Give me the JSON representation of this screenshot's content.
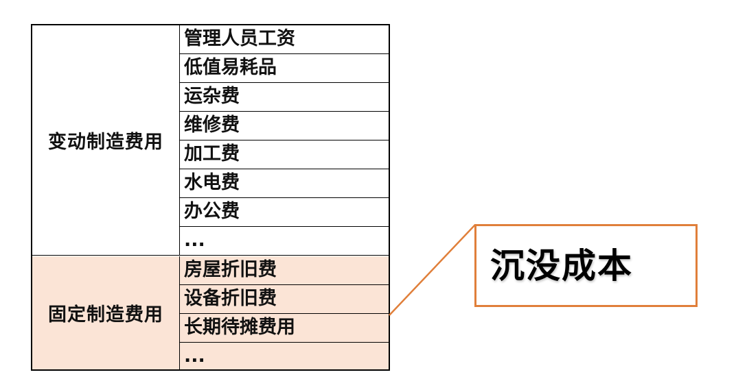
{
  "table": {
    "groups": [
      {
        "label": "变动制造费用",
        "items": [
          "管理人员工资",
          "低值易耗品",
          "运杂费",
          "维修费",
          "加工费",
          "水电费",
          "办公费",
          "..."
        ]
      },
      {
        "label": "固定制造费用",
        "items": [
          "房屋折旧费",
          "设备折旧费",
          "长期待摊费用",
          "..."
        ]
      }
    ],
    "colors": {
      "fixed_bg": "#fbe4d6",
      "border": "#000000"
    }
  },
  "callout": {
    "text": "沉没成本",
    "border_color": "#e07f3a",
    "points_to_group": "固定制造费用"
  }
}
